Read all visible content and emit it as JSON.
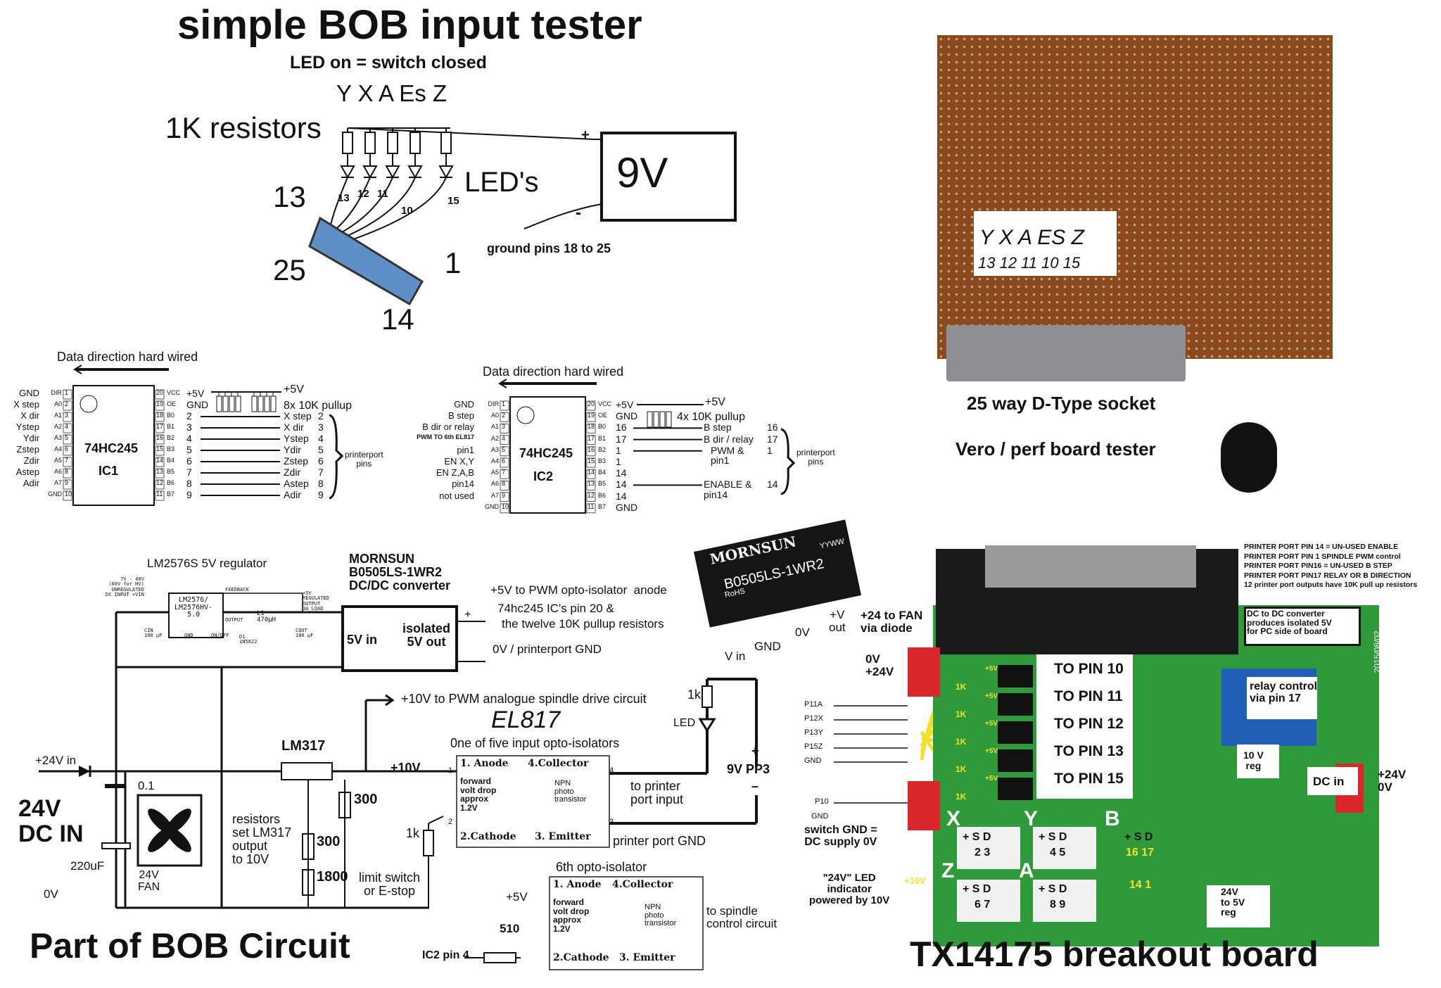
{
  "tester": {
    "title": "simple BOB input tester",
    "subtitle": "LED on = switch closed",
    "letters": "Y X A Es Z",
    "resistors": "1K resistors",
    "leds": "LED's",
    "pin13": "13",
    "pin25": "25",
    "pin14": "14",
    "pin1": "1",
    "led_pins": [
      "13",
      "12",
      "11",
      "10",
      "15"
    ],
    "battery": "9V",
    "plus": "+",
    "minus": "-",
    "ground": "ground pins 18 to 25"
  },
  "photo": {
    "card_letters": "Y X A ES Z",
    "card_numbers": "13 12 11 10 15",
    "caption1": "25 way D-Type socket",
    "caption2": "Vero / perf board tester"
  },
  "ic1": {
    "direction": "Data direction hard wired",
    "name": "74HC245",
    "id": "IC1",
    "left_labels": [
      "GND",
      "X step",
      "X dir",
      "Ystep",
      "Ydir",
      "Zstep",
      "Zdir",
      "Astep",
      "Adir",
      ""
    ],
    "left_pins": [
      "DIR",
      "A0",
      "A1",
      "A2",
      "A3",
      "A4",
      "A5",
      "A6",
      "A7",
      "GND"
    ],
    "right_pins": [
      "VCC",
      "OE",
      "B0",
      "B1",
      "B2",
      "B3",
      "B4",
      "B5",
      "B6",
      "B7"
    ],
    "right_values": [
      "+5V",
      "GND",
      "2",
      "3",
      "4",
      "5",
      "6",
      "7",
      "8",
      "9"
    ],
    "supply": "+5V",
    "pullup": "8x 10K pullup",
    "outputs": [
      "X step",
      "X dir",
      "Ystep",
      "Ydir",
      "Zstep",
      "Zdir",
      "Astep",
      "Adir"
    ],
    "output_pins": [
      "2",
      "3",
      "4",
      "5",
      "6",
      "7",
      "8",
      "9"
    ],
    "brace_label": "printerport\npins"
  },
  "ic2": {
    "direction": "Data direction hard wired",
    "name": "74HC245",
    "id": "IC2",
    "left_labels": [
      "GND",
      "B step",
      "B dir or relay",
      "PWM TO 6th EL817",
      "pin1",
      "EN X,Y",
      "EN Z,A,B",
      "pin14",
      "not used",
      ""
    ],
    "left_pins": [
      "DIR",
      "A0",
      "A1",
      "A2",
      "A3",
      "A4",
      "A5",
      "A6",
      "A7",
      "GND"
    ],
    "right_pins": [
      "VCC",
      "OE",
      "B0",
      "B1",
      "B2",
      "B3",
      "B4",
      "B5",
      "B6",
      "B7"
    ],
    "right_values": [
      "+5V",
      "GND",
      "16",
      "17",
      "1",
      "1",
      "14",
      "14",
      "14",
      "GND"
    ],
    "supply": "+5V",
    "pullup": "4x 10K pullup",
    "outputs": [
      "B step",
      "B dir / relay",
      "PWM &\npin1",
      "ENABLE &\npin14"
    ],
    "output_pins": [
      "16",
      "17",
      "1",
      "14"
    ],
    "brace_label": "printerport\npins"
  },
  "regulator": {
    "title": "LM2576S 5V regulator",
    "input_note": "7V - 40V\n(60V for HV)\nUNREGULATED\nDC INPUT +VIN",
    "chip": "LM2576/\nLM2576HV-\n5.0",
    "feedback": "FEEDBACK",
    "output": "OUTPUT",
    "gnd": "GND",
    "onoff": "ON/OFF",
    "pins": [
      "1",
      "4",
      "2",
      "3",
      "5"
    ],
    "cin": "CIN\n100 µF",
    "l1": "L1\n470µH",
    "d1": "D1\n1N5822",
    "cout": "COUT\n100 µF",
    "out_note": "+5V\nREGULATED\nOUTPUT\n3A LOAD"
  },
  "converter": {
    "title": "MORNSUN\nB0505LS-1WR2\nDC/DC converter",
    "in": "5V in",
    "out": "isolated\n5V out",
    "plus": "+",
    "minus": "-",
    "note1": "+5V to PWM opto-isolator  anode",
    "note2": "74hc245 IC's pin 20 &",
    "note3": "the twelve 10K pullup resistors",
    "note4": "0V / printerport GND",
    "module_brand": "MORNSUN",
    "module_part": "B0505LS-1WR2",
    "module_rohs": "RoHS",
    "module_date": "YYWW",
    "pin_vout": "+V\nout",
    "pin_0v": "0V",
    "pin_gnd": "GND",
    "pin_vin": "V in"
  },
  "power": {
    "in24": "+24V in",
    "cap01": "0.1",
    "dc_in": "24V\nDC IN",
    "cap220": "220uF",
    "zero": "0V",
    "fan": "24V\nFAN",
    "lm317": "LM317",
    "plus10": "+10V",
    "r300a": "300",
    "r300b": "300",
    "r1800": "1800",
    "resistors_note": "resistors\nset LM317\noutput\nto 10V",
    "r1k": "1k",
    "limit": "limit switch\nor E-stop",
    "spindle": "+10V to PWM analogue spindle drive circuit",
    "caption": "Part of BOB Circuit"
  },
  "opto": {
    "el817": "EL817",
    "one_of_five": "0ne of five input opto-isolators",
    "anode": "1. Anode",
    "collector": "4.Collector",
    "cathode": "2.Cathode",
    "emitter": "3. Emitter",
    "forward": "forward\nvolt drop\napprox\n1.2V",
    "npn": "NPN\nphoto\ntransistor",
    "to_input": "to printer\nport input",
    "port_gnd": "printer port GND",
    "r1k": "1k",
    "led": "LED",
    "pp3": "9V PP3",
    "pp3_plus": "+",
    "pp3_minus": "–",
    "pin_nums": [
      "1",
      "2",
      "3",
      "4"
    ],
    "sixth": "6th opto-isolator",
    "plus5": "+5V",
    "to_spindle": "to spindle\ncontrol circuit",
    "r510": "510",
    "ic2pin4": "IC2 pin 4"
  },
  "breakout": {
    "notes": [
      "PRINTER PORT PIN 14 = UN-USED ENABLE",
      "PRINTER PORT PIN 1 SPINDLE PWM control",
      "PRINTER PORT PIN16 = UN-USED B STEP",
      "PRINTER PORT PIN17 RELAY OR B DIRECTION",
      "12 printer port outputs have 10K pull up resistors"
    ],
    "fan": "+24 to FAN\nvia diode",
    "fan_pins": "0V\n+24V",
    "dcdc": "DC to DC converter\nproduces isolated 5V\nfor PC side of board",
    "inputs": [
      "P11A",
      "P12X",
      "P13Y",
      "P15Z",
      "GND"
    ],
    "p10": "P10",
    "p10gnd": "GND",
    "to_pins": [
      "TO PIN 10",
      "TO PIN 11",
      "TO PIN 12",
      "TO PIN 13",
      "TO PIN 15"
    ],
    "plus5": "+5V",
    "one_k": "1K",
    "relay": "relay control\nvia pin 17",
    "reg10": "10 V\nreg",
    "dc_in": "DC in",
    "dc_pins": "+24V\n0V",
    "switch_gnd": "switch GND =\nDC supply 0V",
    "led_note": "\"24V\" LED\nindicator\npowered by 10V",
    "plus10": "+10V",
    "axes": [
      "X",
      "Y",
      "B",
      "Z",
      "A"
    ],
    "sd": "+ S D",
    "sd_pins": [
      "2 3",
      "4 5",
      "16 17",
      "6 7",
      "8 9",
      "14 1"
    ],
    "reg5": "24V\nto 5V\nreg",
    "date": "2015/08/02",
    "caption": "TX14175 breakout board"
  },
  "colors": {
    "pcb_green": "#2f9a3a",
    "perfboard": "#8a4a1e",
    "wire_yellow": "#f4e02a",
    "relay_blue": "#1f5fb8",
    "connector_red": "#d8262a"
  }
}
